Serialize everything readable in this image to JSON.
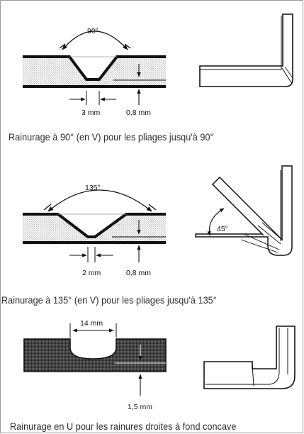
{
  "panels": [
    {
      "angle_label": "90°",
      "width_label": "3 mm",
      "depth_label": "0,8 mm",
      "caption": "Rainurage à 90° (en V) pour les pliages jusqu'à 90°"
    },
    {
      "angle_label": "135°",
      "inner_angle_label": "45°",
      "width_label": "2 mm",
      "depth_label": "0,8 mm",
      "caption": "Rainurage à 135° (en V) pour les pliages jusqu'à 135°"
    },
    {
      "width_label": "14 mm",
      "depth_label": "1,5 mm",
      "caption": "Rainurage en U pour les rainures droites à fond concave"
    }
  ]
}
